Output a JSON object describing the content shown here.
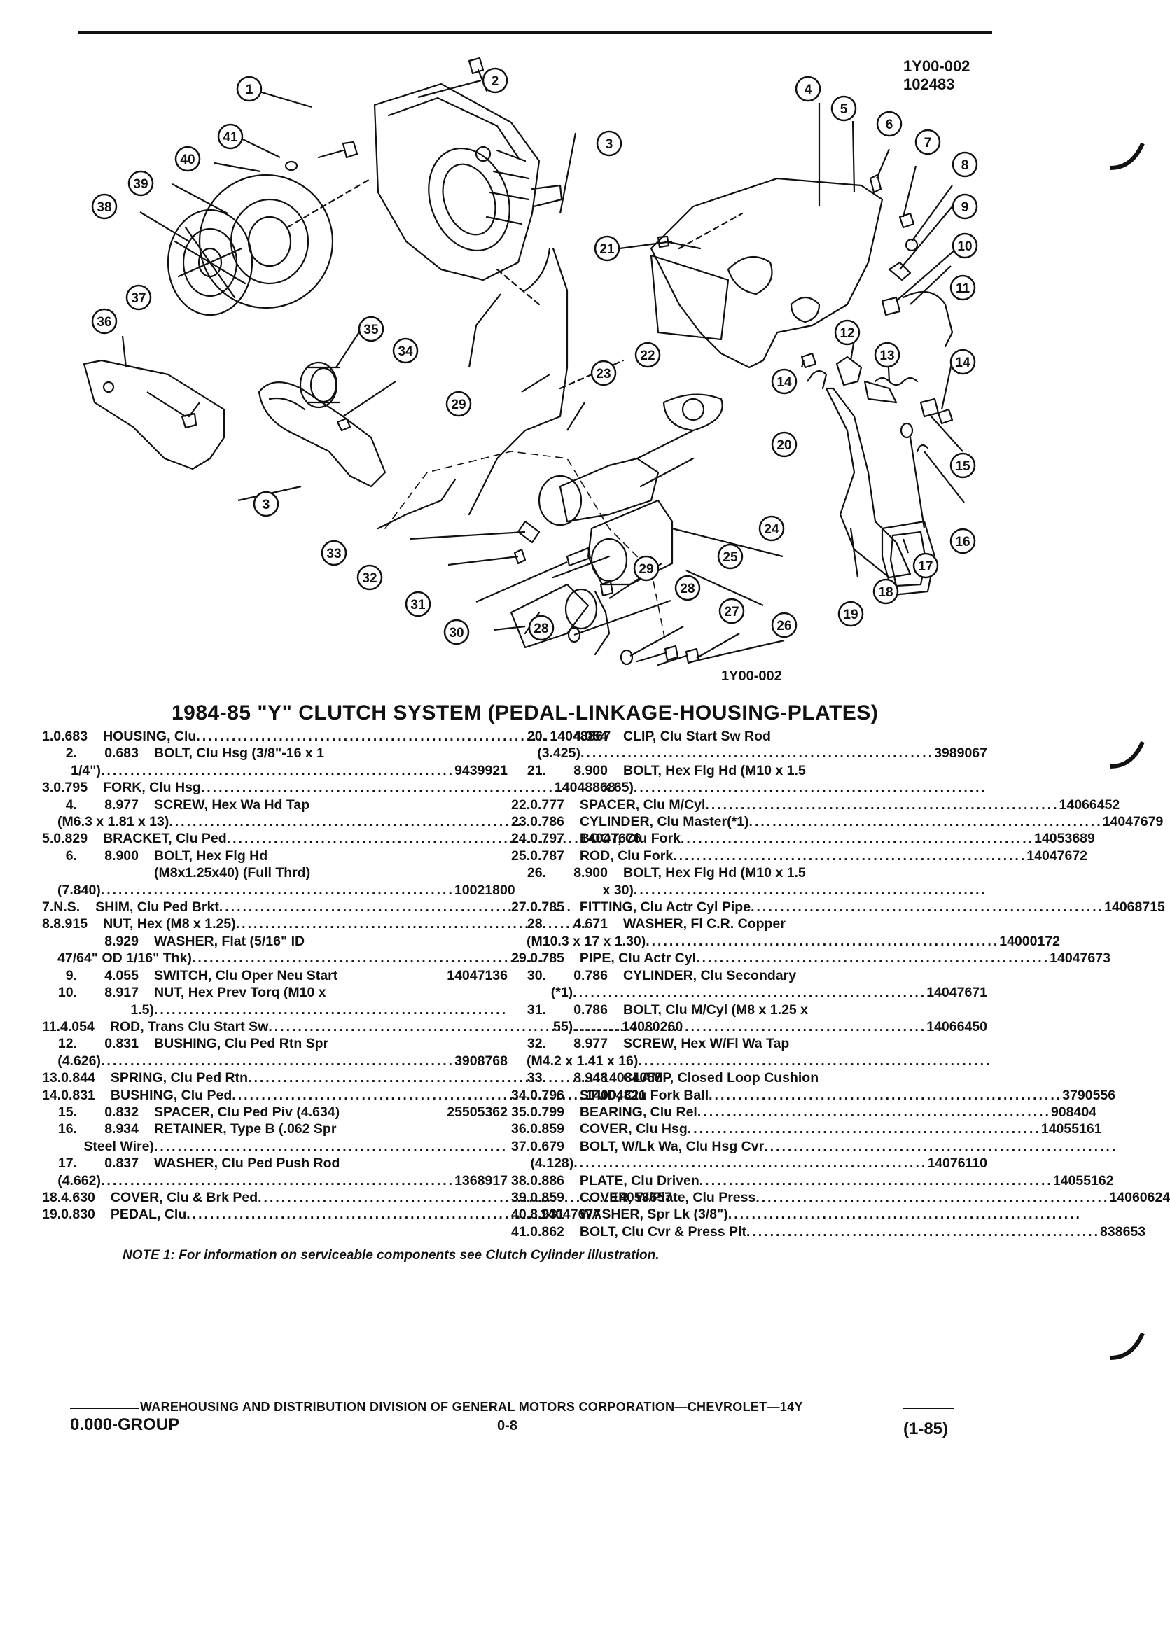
{
  "figure": {
    "code_top_line1": "1Y00-002",
    "code_top_line2": "102483",
    "code_bottom": "1Y00-002",
    "callouts": [
      "1",
      "2",
      "3",
      "3",
      "4",
      "5",
      "6",
      "7",
      "8",
      "9",
      "10",
      "11",
      "12",
      "13",
      "14",
      "14",
      "15",
      "16",
      "17",
      "18",
      "19",
      "20",
      "21",
      "22",
      "23",
      "24",
      "25",
      "26",
      "27",
      "28",
      "28",
      "29",
      "29",
      "30",
      "31",
      "32",
      "33",
      "34",
      "35",
      "36",
      "37",
      "38",
      "39",
      "40",
      "41"
    ]
  },
  "title": "1984-85 \"Y\" CLUTCH SYSTEM (PEDAL-LINKAGE-HOUSING-PLATES)",
  "parts_left": [
    {
      "no": "1.",
      "grp": "0.683",
      "desc": "HOUSING, Clu",
      "dots": true,
      "part": "14048867"
    },
    {
      "no": "2.",
      "grp": "0.683",
      "desc": "BOLT, Clu Hsg (3/8\"-16 x 1",
      "dots": false,
      "part": ""
    },
    {
      "no": "",
      "grp": "",
      "desc": "1/4\")",
      "dots": true,
      "part": "9439921"
    },
    {
      "no": "3.",
      "grp": "0.795",
      "desc": "FORK, Clu Hsg",
      "dots": true,
      "part": "14048868"
    },
    {
      "no": "4.",
      "grp": "8.977",
      "desc": "SCREW, Hex Wa Hd Tap",
      "dots": false,
      "part": ""
    },
    {
      "no": "",
      "grp": "",
      "desc": "(M6.3 x 1.81 x 13)",
      "dots": true,
      "part": ""
    },
    {
      "no": "5.",
      "grp": "0.829",
      "desc": "BRACKET, Clu Ped",
      "dots": true,
      "part": "14047676"
    },
    {
      "no": "6.",
      "grp": "8.900",
      "desc": "BOLT, Hex Flg Hd",
      "dots": false,
      "part": ""
    },
    {
      "no": "",
      "grp": "",
      "desc": "(M8x1.25x40) (Full Thrd)",
      "dots": false,
      "part": ""
    },
    {
      "no": "",
      "grp": "",
      "desc": "(7.840)",
      "dots": true,
      "part": "10021800"
    },
    {
      "no": "7.",
      "grp": "N.S.",
      "desc": "SHIM, Clu Ped Brkt",
      "dots": true,
      "part": ""
    },
    {
      "no": "8.",
      "grp": "8.915",
      "desc": "NUT, Hex (M8 x 1.25)",
      "dots": true,
      "part": ""
    },
    {
      "no": "",
      "grp": "8.929",
      "desc": "WASHER, Flat (5/16\" ID",
      "dots": false,
      "part": ""
    },
    {
      "no": "",
      "grp": "",
      "desc": "47/64\" OD 1/16\" Thk)",
      "dots": true,
      "part": ""
    },
    {
      "no": "9.",
      "grp": "4.055",
      "desc": "SWITCH, Clu Oper Neu Start",
      "dots": false,
      "part": "14047136"
    },
    {
      "no": "10.",
      "grp": "8.917",
      "desc": "NUT, Hex Prev Torq (M10 x",
      "dots": false,
      "part": ""
    },
    {
      "no": "",
      "grp": "",
      "desc": "1.5)",
      "dots": true,
      "part": ""
    },
    {
      "no": "11.",
      "grp": "4.054",
      "desc": "ROD, Trans Clu Start Sw",
      "dots": true,
      "part": "14080260"
    },
    {
      "no": "12.",
      "grp": "0.831",
      "desc": "BUSHING, Clu Ped Rtn Spr",
      "dots": false,
      "part": ""
    },
    {
      "no": "",
      "grp": "",
      "desc": "(4.626)",
      "dots": true,
      "part": "3908768"
    },
    {
      "no": "13.",
      "grp": "0.844",
      "desc": "SPRING, Clu Ped Rtn",
      "dots": true,
      "part": "14084055"
    },
    {
      "no": "14.",
      "grp": "0.831",
      "desc": "BUSHING, Clu Ped",
      "dots": true,
      "part": "14004821"
    },
    {
      "no": "15.",
      "grp": "0.832",
      "desc": "SPACER, Clu Ped Piv (4.634)",
      "dots": false,
      "part": "25505362"
    },
    {
      "no": "16.",
      "grp": "8.934",
      "desc": "RETAINER, Type B (.062 Spr",
      "dots": false,
      "part": ""
    },
    {
      "no": "",
      "grp": "",
      "desc": "Steel Wire)",
      "dots": true,
      "part": ""
    },
    {
      "no": "17.",
      "grp": "0.837",
      "desc": "WASHER, Clu Ped Push Rod",
      "dots": false,
      "part": ""
    },
    {
      "no": "",
      "grp": "",
      "desc": "(4.662)",
      "dots": true,
      "part": "1368917"
    },
    {
      "no": "18.",
      "grp": "4.630",
      "desc": "COVER, Clu & Brk Ped",
      "dots": true,
      "part": "14053657"
    },
    {
      "no": "19.",
      "grp": "0.830",
      "desc": "PEDAL, Clu",
      "dots": true,
      "part": "14047677"
    }
  ],
  "parts_right": [
    {
      "no": "20.",
      "grp": "4.054",
      "desc": "CLIP, Clu Start Sw Rod",
      "dots": false,
      "part": ""
    },
    {
      "no": "",
      "grp": "",
      "desc": "(3.425)",
      "dots": true,
      "part": "3989067"
    },
    {
      "no": "21.",
      "grp": "8.900",
      "desc": "BOLT, Hex Flg Hd (M10 x 1.5",
      "dots": false,
      "part": ""
    },
    {
      "no": "",
      "grp": "",
      "desc": "x 65)",
      "dots": true,
      "part": ""
    },
    {
      "no": "22.",
      "grp": "0.777",
      "desc": "SPACER, Clu M/Cyl",
      "dots": true,
      "part": "14066452"
    },
    {
      "no": "23.",
      "grp": "0.786",
      "desc": "CYLINDER, Clu Master(*1)",
      "dots": true,
      "part": "14047679"
    },
    {
      "no": "24.",
      "grp": "0.797",
      "desc": "BOOT, Clu Fork",
      "dots": true,
      "part": "14053689"
    },
    {
      "no": "25.",
      "grp": "0.787",
      "desc": "ROD, Clu Fork",
      "dots": true,
      "part": "14047672"
    },
    {
      "no": "26.",
      "grp": "8.900",
      "desc": "BOLT, Hex Flg Hd (M10 x 1.5",
      "dots": false,
      "part": ""
    },
    {
      "no": "",
      "grp": "",
      "desc": "x 30)",
      "dots": true,
      "part": ""
    },
    {
      "no": "27.",
      "grp": "0.785",
      "desc": "FITTING, Clu Actr Cyl Pipe",
      "dots": true,
      "part": "14068715"
    },
    {
      "no": "28.",
      "grp": "4.671",
      "desc": "WASHER, Fl C.R. Copper",
      "dots": false,
      "part": ""
    },
    {
      "no": "",
      "grp": "",
      "desc": "(M10.3 x 17 x 1.30)",
      "dots": true,
      "part": "14000172"
    },
    {
      "no": "29.",
      "grp": "0.785",
      "desc": "PIPE, Clu Actr Cyl",
      "dots": true,
      "part": "14047673"
    },
    {
      "no": "30.",
      "grp": "0.786",
      "desc": "CYLINDER, Clu Secondary",
      "dots": false,
      "part": ""
    },
    {
      "no": "",
      "grp": "",
      "desc": "(*1)",
      "dots": true,
      "part": "14047671"
    },
    {
      "no": "31.",
      "grp": "0.786",
      "desc": "BOLT, Clu M/Cyl (M8 x 1.25 x",
      "dots": false,
      "part": ""
    },
    {
      "no": "",
      "grp": "",
      "desc": "55)",
      "dots": true,
      "part": "14066450"
    },
    {
      "no": "32.",
      "grp": "8.977",
      "desc": "SCREW, Hex W/Fl Wa Tap",
      "dots": false,
      "part": ""
    },
    {
      "no": "",
      "grp": "",
      "desc": "(M4.2 x 1.41 x 16)",
      "dots": true,
      "part": ""
    },
    {
      "no": "33.",
      "grp": "8.948",
      "desc": "CLAMP, Closed Loop Cushion",
      "dots": false,
      "part": ""
    },
    {
      "no": "34.",
      "grp": "0.796",
      "desc": "STUD, Clu Fork Ball",
      "dots": true,
      "part": "3790556"
    },
    {
      "no": "35.",
      "grp": "0.799",
      "desc": "BEARING, Clu Rel",
      "dots": true,
      "part": "908404"
    },
    {
      "no": "36.",
      "grp": "0.859",
      "desc": "COVER, Clu Hsg",
      "dots": true,
      "part": "14055161"
    },
    {
      "no": "37.",
      "grp": "0.679",
      "desc": "BOLT, W/Lk Wa, Clu Hsg Cvr",
      "dots": true,
      "part": ""
    },
    {
      "no": "",
      "grp": "",
      "desc": "(4.128)",
      "dots": true,
      "part": "14076110"
    },
    {
      "no": "38.",
      "grp": "0.886",
      "desc": "PLATE, Clu Driven",
      "dots": true,
      "part": "14055162"
    },
    {
      "no": "39.",
      "grp": "0.859",
      "desc": "COVER, W/Plate, Clu Press",
      "dots": true,
      "part": "14060624"
    },
    {
      "no": "40.",
      "grp": "8.931",
      "desc": "WASHER, Spr Lk (3/8\")",
      "dots": true,
      "part": ""
    },
    {
      "no": "41.",
      "grp": "0.862",
      "desc": "BOLT, Clu Cvr & Press Plt",
      "dots": true,
      "part": "838653"
    }
  ],
  "note": "NOTE 1: For information on serviceable components see Clutch Cylinder illustration.",
  "footer": {
    "line": "WAREHOUSING AND DISTRIBUTION DIVISION OF GENERAL MOTORS CORPORATION—CHEVROLET—14Y",
    "group": "0.000-GROUP",
    "page": "0-8",
    "date": "(1-85)"
  }
}
